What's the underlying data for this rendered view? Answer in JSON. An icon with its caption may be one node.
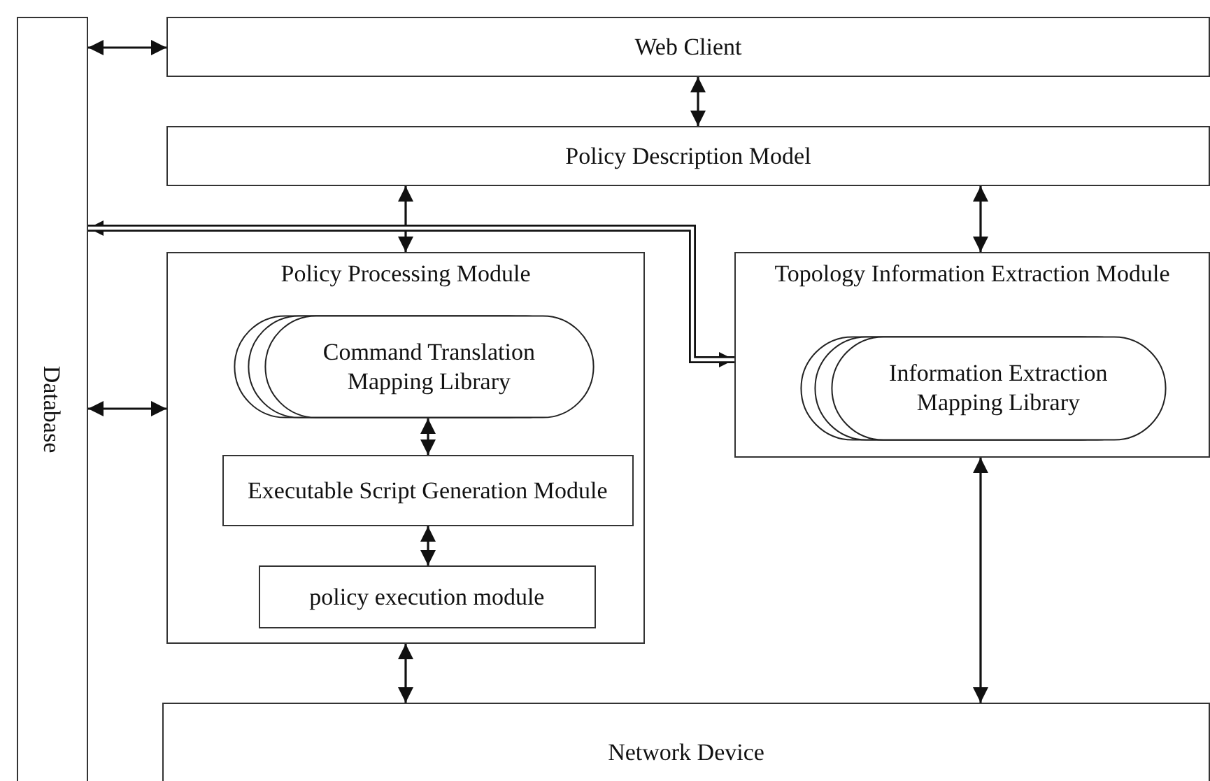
{
  "diagram": {
    "nodes": [
      {
        "text": [
          "Web Client"
        ]
      },
      {
        "text": [
          "Policy Description Model"
        ]
      },
      {
        "text": [
          "Database"
        ]
      },
      {
        "text": [
          "Policy Processing Module"
        ]
      },
      {
        "text": [
          "Command Translation Mapping Library"
        ],
        "in": 3
      },
      {
        "text": [
          "Executable Script Generation Module"
        ],
        "in": 3
      },
      {
        "text": [
          "policy execution module"
        ],
        "in": 3
      },
      {
        "text": [
          "Topology Information Extraction Module"
        ]
      },
      {
        "text": [
          "Information Extraction Mapping Library"
        ],
        "in": 7
      },
      {
        "text": [
          "Network Device"
        ]
      }
    ],
    "edges": [
      {
        "from": 2,
        "to": 0,
        "arrow": "both"
      },
      {
        "from": 0,
        "to": 1,
        "arrow": "both"
      },
      {
        "from": 1,
        "to": 3,
        "arrow": "both"
      },
      {
        "from": 1,
        "to": 7,
        "arrow": "both"
      },
      {
        "from": 2,
        "to": 7,
        "arrow": "both",
        "style": "thick"
      },
      {
        "from": 2,
        "to": 3,
        "arrow": "both"
      },
      {
        "from": 4,
        "to": 5,
        "arrow": "both"
      },
      {
        "from": 5,
        "to": 6,
        "arrow": "both"
      },
      {
        "from": 3,
        "to": 9,
        "arrow": "both"
      },
      {
        "from": 7,
        "to": 9,
        "arrow": "both"
      }
    ]
  }
}
